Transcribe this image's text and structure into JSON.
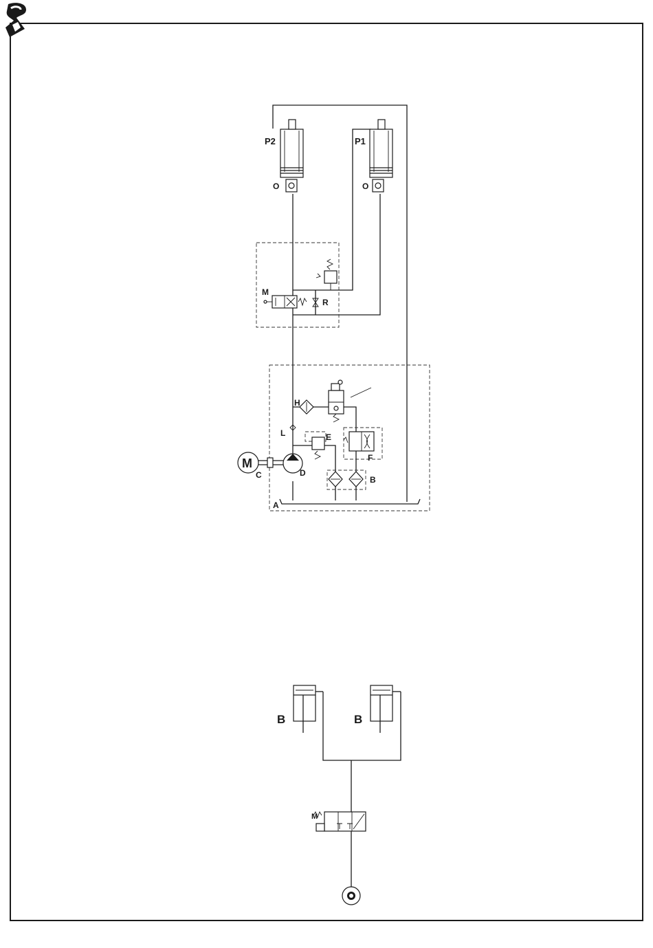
{
  "page": {
    "brand": {
      "name": "brand-logo",
      "accent": "#1a1a1a"
    }
  },
  "upper_circuit": {
    "labels": {
      "cylinder_left": "P2",
      "cylinder_right": "P1",
      "valve_o_left": "O",
      "valve_o_right": "O",
      "solenoid_valve": "M",
      "flow_restrictor": "R",
      "filter_h": "H",
      "check_valve_l": "L",
      "relief_valve_e": "E",
      "valve_f": "F",
      "motor_symbol": "M",
      "motor_coupling": "C",
      "pump": "D",
      "filters_b": "B",
      "tank": "A"
    }
  },
  "lower_circuit": {
    "labels": {
      "cylinder_left": "B",
      "cylinder_right": "B",
      "valve_m": "M"
    }
  }
}
